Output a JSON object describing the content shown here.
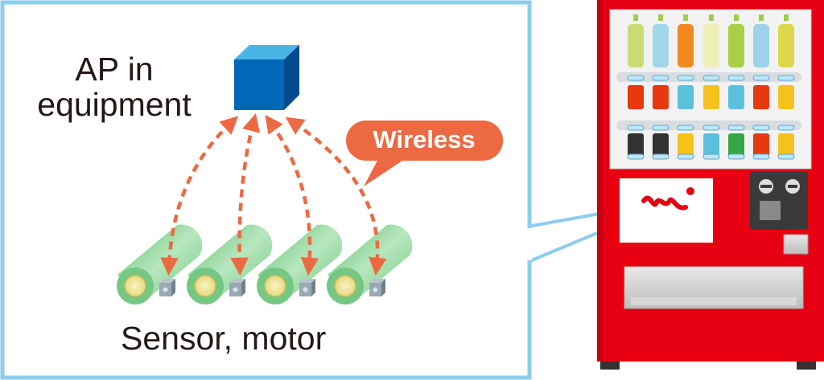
{
  "labels": {
    "ap_line1": "AP in",
    "ap_line2": "equipment",
    "wireless": "Wireless",
    "sensor_motor": "Sensor, motor"
  },
  "colors": {
    "frame": "#8dcdef",
    "arrow": "#ec6941",
    "callout": "#ec6941",
    "ap_cube": "#0068b7",
    "roller": "#7ccf8a",
    "machine_body": "#e60012"
  },
  "bottles_top": [
    "#c9dc73",
    "#9fd6e8",
    "#f08a1e",
    "#eeeeb8",
    "#a8cf46",
    "#9dd3ea",
    "#dcd84a"
  ],
  "cans_middle": [
    "#e8380d",
    "#e8380d",
    "#5bc0de",
    "#f5c21b",
    "#5bc0de",
    "#e8380d",
    "#f5c21b"
  ],
  "cans_bottom": [
    "#333333",
    "#333333",
    "#f5c21b",
    "#5bc0de",
    "#35a745",
    "#e8380d",
    "#f5c21b"
  ]
}
